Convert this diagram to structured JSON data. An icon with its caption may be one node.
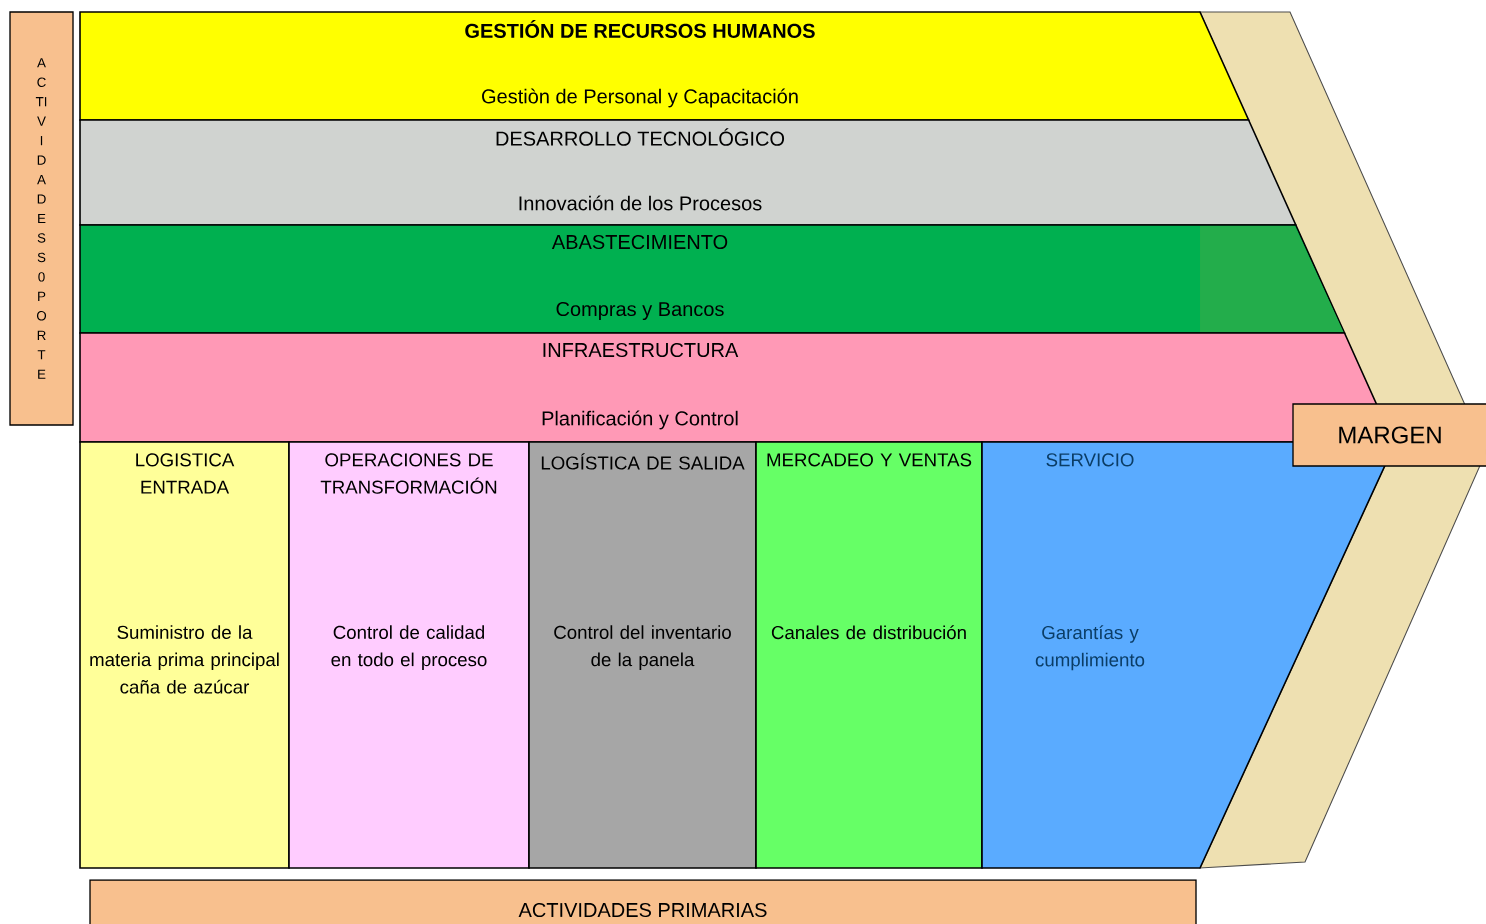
{
  "diagram": {
    "nodes": [
      {
        "text": [
          "ACTIVIDADES S0PORTE"
        ]
      },
      {
        "text": [
          "GESTIÓN DE RECURSOS HUMANOS",
          "Gestiòn de Personal y Capacitación"
        ]
      },
      {
        "text": [
          "DESARROLLO TECNOLÓGICO",
          "Innovación de los Procesos"
        ]
      },
      {
        "text": [
          "ABASTECIMIENTO",
          "Compras y Bancos"
        ]
      },
      {
        "text": [
          "INFRAESTRUCTURA",
          "Planificación y Control"
        ]
      },
      {
        "text": [
          "LOGISTICA ENTRADA",
          "Suministro de la materia prima principal caña de azúcar"
        ]
      },
      {
        "text": [
          "OPERACIONES DE TRANSFORMACIÓN",
          "Control de calidad en todo el proceso"
        ]
      },
      {
        "text": [
          "LOGÍSTICA DE SALIDA",
          "Control del inventario de la panela"
        ]
      },
      {
        "text": [
          "MERCADEO Y VENTAS",
          "Canales de distribución"
        ]
      },
      {
        "text": [
          "SERVICIO",
          "Garantías y cumplimiento"
        ]
      },
      {
        "text": [
          "MARGEN"
        ]
      },
      {
        "text": [
          "ACTIVIDADES PRIMARIAS"
        ]
      }
    ]
  }
}
